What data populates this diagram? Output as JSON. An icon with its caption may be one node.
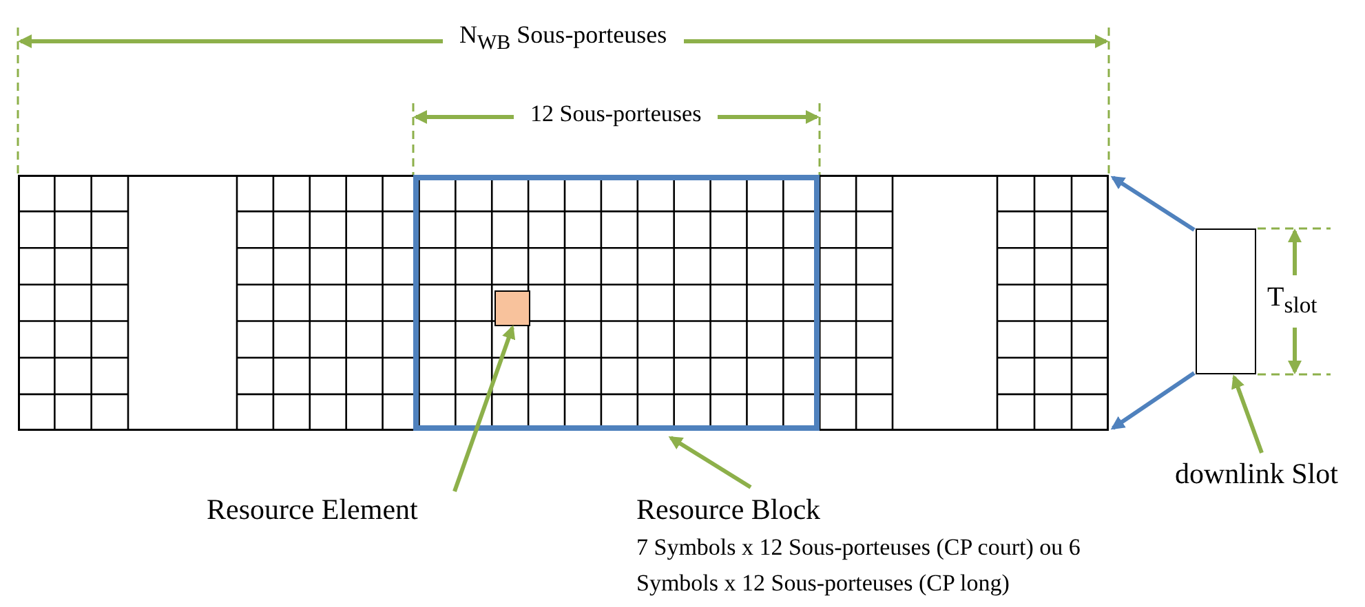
{
  "diagram": {
    "nodes": [
      {
        "text": [],
        "shape": "box"
      },
      {
        "text": [],
        "shape": "box",
        "in": 0
      },
      {
        "text": [],
        "shape": "box",
        "in": 1
      },
      {
        "text": [],
        "shape": "box"
      },
      {
        "text": [
          "Resource Element"
        ]
      },
      {
        "text": [
          "Resource Block",
          "7 Symbols x 12 Sous-porteuses (CP court) ou 6 Symbols x 12 Sous-porteuses (CP long)"
        ]
      },
      {
        "text": [
          "downlink Slot"
        ]
      }
    ],
    "edges": [
      {
        "from": 4,
        "to": 2,
        "arrow": "to"
      },
      {
        "from": 5,
        "to": 1,
        "arrow": "to"
      },
      {
        "from": 6,
        "to": 3,
        "arrow": "to"
      },
      {
        "from": 3,
        "to": 0,
        "arrow": "to",
        "color": "#4f81bd"
      },
      {
        "from": 3,
        "to": 0,
        "arrow": "to",
        "color": "#4f81bd"
      }
    ],
    "labels": [
      "N$_{WB}$ Sous-porteuses",
      "12 Sous-porteuses",
      "T$_{slot}$"
    ]
  }
}
